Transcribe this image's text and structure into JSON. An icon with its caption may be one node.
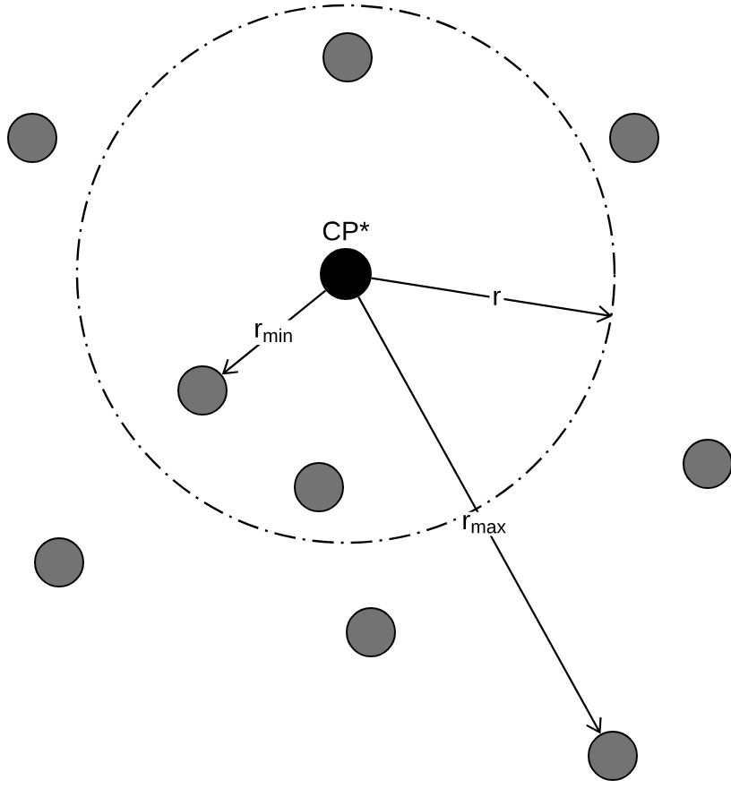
{
  "diagram": {
    "nodes": [
      {
        "text": [],
        "shape": "circle"
      },
      {
        "text": [],
        "shape": "circle",
        "in": 0
      },
      {
        "text": [],
        "shape": "circle"
      },
      {
        "text": [],
        "shape": "circle"
      },
      {
        "text": [],
        "shape": "circle",
        "in": 0,
        "beside": [
          "CP*"
        ]
      },
      {
        "text": [],
        "shape": "circle",
        "in": 0
      },
      {
        "text": [],
        "shape": "circle"
      },
      {
        "text": [],
        "shape": "circle",
        "in": 0
      },
      {
        "text": [],
        "shape": "circle"
      },
      {
        "text": [],
        "shape": "circle"
      },
      {
        "text": [],
        "shape": "circle"
      }
    ],
    "edges": [
      {
        "from": 4,
        "to": 0,
        "arrow": "to",
        "label": "r"
      },
      {
        "from": 4,
        "to": 5,
        "arrow": "to",
        "label": "r$_{min}$"
      },
      {
        "from": 4,
        "to": 10,
        "arrow": "to",
        "label": "r$_{max}$"
      }
    ]
  }
}
